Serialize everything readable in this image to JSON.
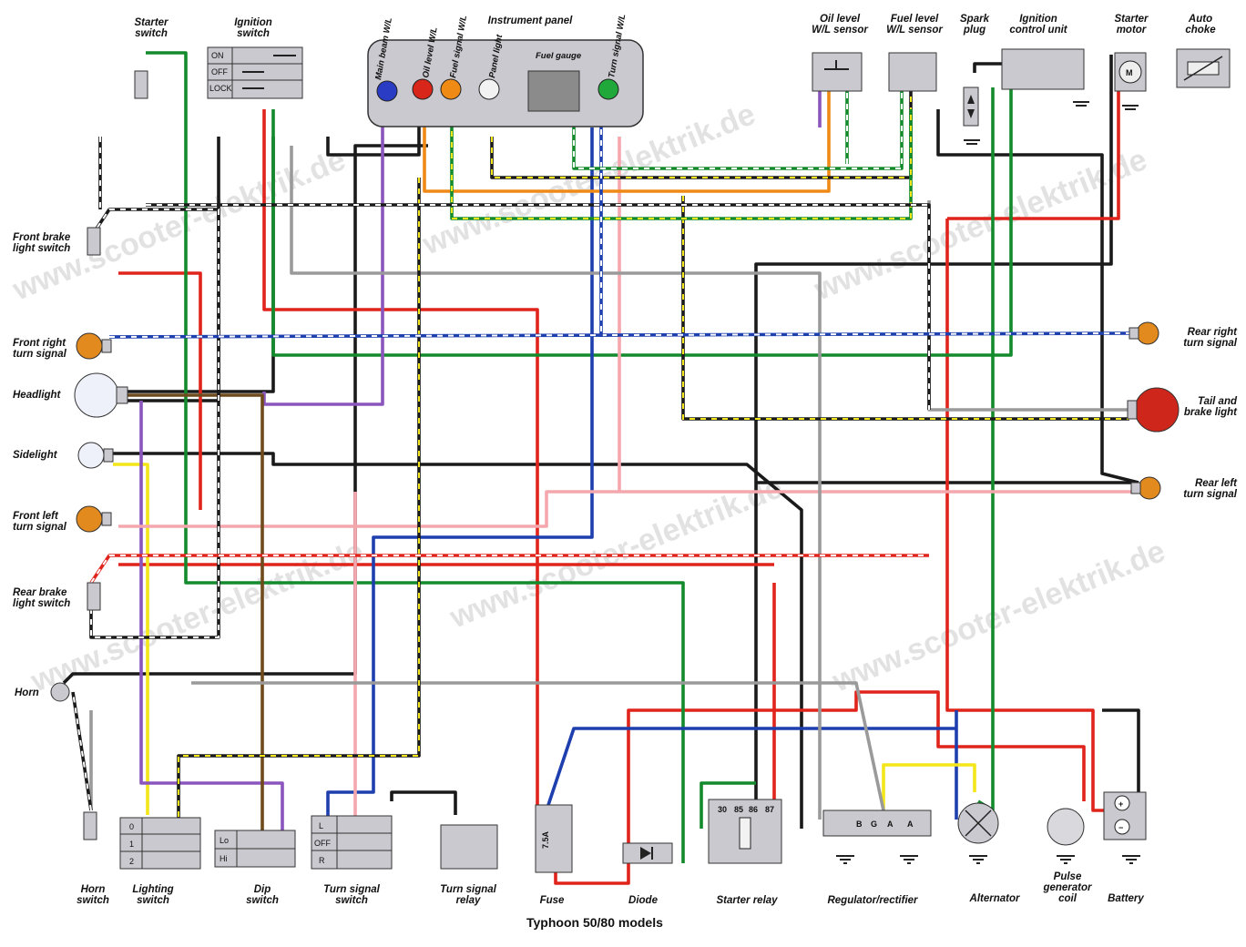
{
  "title": "Typhoon 50/80 models",
  "watermark": "www.scooter-elektrik.de",
  "colors": {
    "black": "#1a1a1a",
    "red": "#e0241c",
    "green": "#138a2c",
    "blue": "#1e3fae",
    "yellow": "#f3e619",
    "orange": "#f08a16",
    "purple": "#8a55bd",
    "pink": "#f4a7ad",
    "brown": "#6e4a1c",
    "grey": "#9a9a9a",
    "component_grey": "#c9c9cf"
  },
  "components": {
    "starter_switch": "Starter switch",
    "ignition_switch": "Ignition switch",
    "instrument_panel": "Instrument panel",
    "oil_level_sensor": "Oil level W/L sensor",
    "fuel_level_sensor": "Fuel level W/L sensor",
    "spark_plug": "Spark plug",
    "ignition_control_unit": "Ignition control unit",
    "starter_motor": "Starter motor",
    "auto_choke": "Auto choke",
    "front_brake_light_switch": "Front brake light switch",
    "front_right_turn_signal": "Front right turn signal",
    "headlight": "Headlight",
    "sidelight": "Sidelight",
    "front_left_turn_signal": "Front left turn signal",
    "rear_brake_light_switch": "Rear brake light switch",
    "horn": "Horn",
    "horn_switch": "Horn switch",
    "lighting_switch": "Lighting switch",
    "dip_switch": "Dip switch",
    "turn_signal_switch": "Turn signal switch",
    "turn_signal_relay": "Turn signal relay",
    "fuse": "Fuse",
    "diode": "Diode",
    "starter_relay": "Starter relay",
    "regulator_rectifier": "Regulator/rectifier",
    "alternator": "Alternator",
    "pulse_generator_coil": "Pulse generator coil",
    "battery": "Battery",
    "rear_right_turn_signal": "Rear right turn signal",
    "tail_and_brake_light": "Tail and brake light",
    "rear_left_turn_signal": "Rear left turn signal"
  },
  "instrument_lamps": {
    "main_beam": "Main beam W/L",
    "oil_level": "Oil level W/L",
    "fuel_signal": "Fuel signal W/L",
    "panel_light": "Panel light",
    "fuel_gauge": "Fuel gauge",
    "turn_signal": "Turn signal W/L"
  },
  "switch_positions": {
    "ignition": [
      "ON",
      "OFF",
      "LOCK"
    ],
    "lighting": [
      "0",
      "1",
      "2"
    ],
    "dip": [
      "Lo",
      "Hi"
    ],
    "turn": [
      "L",
      "OFF",
      "R"
    ]
  },
  "fuse_rating": "7.5A",
  "relay_pins": [
    "30",
    "85",
    "86",
    "87"
  ],
  "regulator_pins": [
    "B",
    "G",
    "A",
    "A"
  ],
  "battery_terminals": [
    "+",
    "−"
  ],
  "motor_symbol": "M"
}
